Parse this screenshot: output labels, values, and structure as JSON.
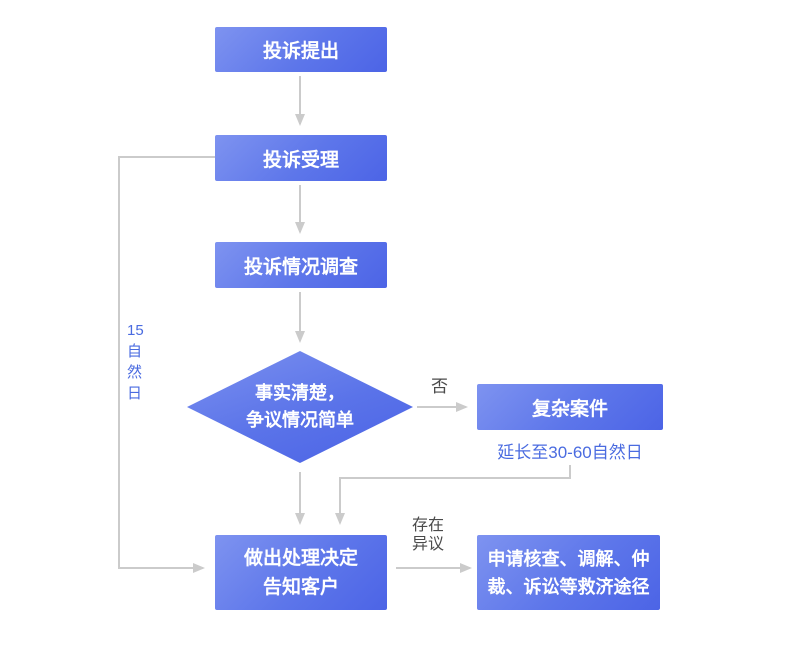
{
  "diagram_type": "flowchart",
  "colors": {
    "node_gradient_start": "#7e93f0",
    "node_gradient_end": "#4c64e6",
    "connector_gray": "#cbcbcb",
    "edge_label_text": "#4a4a4a",
    "accent_blue_text": "#4a6be0",
    "node_text": "#ffffff",
    "background": "#ffffff"
  },
  "nodes": {
    "complaint_filed": {
      "label": "投诉提出"
    },
    "complaint_accepted": {
      "label": "投诉受理"
    },
    "investigation": {
      "label": "投诉情况调查"
    },
    "decision_diamond": {
      "line1": "事实清楚，",
      "line2": "争议情况简单"
    },
    "complex_case": {
      "label": "复杂案件"
    },
    "complex_case_note": "延长至30-60自然日",
    "decision": {
      "line1": "做出处理决定",
      "line2": "告知客户"
    },
    "remedy": {
      "label": "申请核查、调解、仲裁、诉讼等救济途径"
    }
  },
  "edge_labels": {
    "no": "否",
    "objection_line1": "存在",
    "objection_line2": "异议",
    "duration": {
      "lines": [
        "15",
        "自",
        "然",
        "日"
      ]
    }
  },
  "edges": [
    {
      "from": "complaint_filed",
      "to": "complaint_accepted",
      "label": ""
    },
    {
      "from": "complaint_accepted",
      "to": "investigation",
      "label": ""
    },
    {
      "from": "investigation",
      "to": "decision_diamond",
      "label": ""
    },
    {
      "from": "decision_diamond",
      "to": "complex_case",
      "label": "否"
    },
    {
      "from": "decision_diamond",
      "to": "decision",
      "label": ""
    },
    {
      "from": "complex_case",
      "to": "decision",
      "label": ""
    },
    {
      "from": "decision",
      "to": "remedy",
      "label": "存在异议"
    },
    {
      "from": "complaint_accepted",
      "to": "decision",
      "label": "15自然日"
    }
  ]
}
